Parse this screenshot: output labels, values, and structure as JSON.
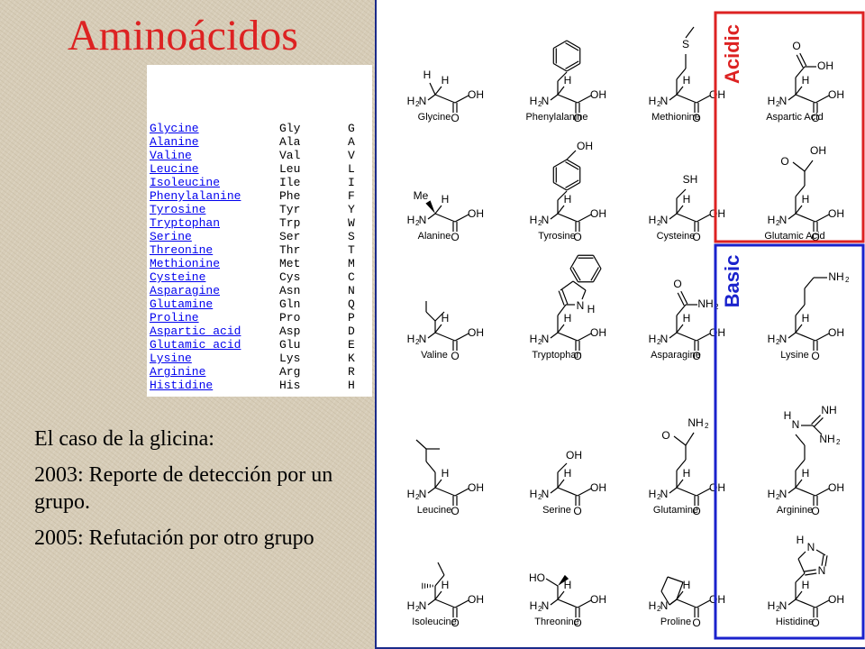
{
  "slide": {
    "title": "Aminoácidos",
    "notes": [
      "El caso de la glicina:",
      "2003: Reporte de detección por un grupo.",
      "2005: Refutación por otro grupo"
    ]
  },
  "amino_table": [
    {
      "name": "Glycine",
      "three": "Gly",
      "one": "G"
    },
    {
      "name": "Alanine",
      "three": "Ala",
      "one": "A"
    },
    {
      "name": "Valine",
      "three": "Val",
      "one": "V"
    },
    {
      "name": "Leucine",
      "three": "Leu",
      "one": "L"
    },
    {
      "name": "Isoleucine",
      "three": "Ile",
      "one": "I"
    },
    {
      "name": "Phenylalanine",
      "three": "Phe",
      "one": "F"
    },
    {
      "name": "Tyrosine",
      "three": "Tyr",
      "one": "Y"
    },
    {
      "name": "Tryptophan",
      "three": "Trp",
      "one": "W"
    },
    {
      "name": "Serine",
      "three": "Ser",
      "one": "S"
    },
    {
      "name": "Threonine",
      "three": "Thr",
      "one": "T"
    },
    {
      "name": "Methionine",
      "three": "Met",
      "one": "M"
    },
    {
      "name": "Cysteine",
      "three": "Cys",
      "one": "C"
    },
    {
      "name": "Asparagine",
      "three": "Asn",
      "one": "N"
    },
    {
      "name": "Glutamine",
      "three": "Gln",
      "one": "Q"
    },
    {
      "name": "Proline",
      "three": "Pro",
      "one": "P"
    },
    {
      "name": "Aspartic acid",
      "three": "Asp",
      "one": "D"
    },
    {
      "name": "Glutamic acid",
      "three": "Glu",
      "one": "E"
    },
    {
      "name": "Lysine",
      "three": "Lys",
      "one": "K"
    },
    {
      "name": "Arginine",
      "three": "Arg",
      "one": "R"
    },
    {
      "name": "Histidine",
      "three": "His",
      "one": "H"
    }
  ],
  "structures": {
    "group_labels": {
      "acidic": "Acidic",
      "basic": "Basic"
    },
    "colors": {
      "acidic": "#dd2222",
      "basic": "#1a22cc",
      "frame": "#1a2a8a"
    },
    "molecules": [
      {
        "id": "glycine",
        "name": "Glycine",
        "side": "glycine"
      },
      {
        "id": "phenylalanine",
        "name": "Phenylalanine",
        "side": "phenylalanine"
      },
      {
        "id": "methionine",
        "name": "Methionine",
        "side": "methionine"
      },
      {
        "id": "aspartic-acid",
        "name": "Aspartic Acid",
        "side": "aspartic"
      },
      {
        "id": "alanine",
        "name": "Alanine",
        "side": "alanine"
      },
      {
        "id": "tyrosine",
        "name": "Tyrosine",
        "side": "tyrosine"
      },
      {
        "id": "cysteine",
        "name": "Cysteine",
        "side": "cysteine"
      },
      {
        "id": "glutamic-acid",
        "name": "Glutamic Acid",
        "side": "glutamic"
      },
      {
        "id": "valine",
        "name": "Valine",
        "side": "valine"
      },
      {
        "id": "tryptophan",
        "name": "Tryptophan",
        "side": "tryptophan"
      },
      {
        "id": "asparagine",
        "name": "Asparagine",
        "side": "asparagine"
      },
      {
        "id": "lysine",
        "name": "Lysine",
        "side": "lysine"
      },
      {
        "id": "leucine",
        "name": "Leucine",
        "side": "leucine"
      },
      {
        "id": "serine",
        "name": "Serine",
        "side": "serine"
      },
      {
        "id": "glutamine",
        "name": "Glutamine",
        "side": "glutamine"
      },
      {
        "id": "arginine",
        "name": "Arginine",
        "side": "arginine"
      },
      {
        "id": "isoleucine",
        "name": "Isoleucine",
        "side": "isoleucine"
      },
      {
        "id": "threonine",
        "name": "Threonine",
        "side": "threonine"
      },
      {
        "id": "proline",
        "name": "Proline",
        "side": "proline"
      },
      {
        "id": "histidine",
        "name": "Histidine",
        "side": "histidine"
      }
    ]
  }
}
